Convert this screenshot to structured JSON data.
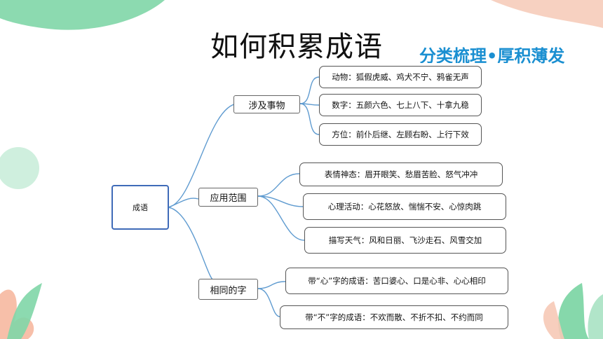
{
  "slide": {
    "title": "如何积累成语",
    "subtitle": "分类梳理•厚积薄发"
  },
  "colors": {
    "accent_green": "#7fd6a7",
    "accent_peach": "#f6c9b6",
    "subtitle_blue": "#1a8fd1",
    "root_border": "#3f6bb8",
    "link_blue": "#5f9bd0"
  },
  "mindmap": {
    "root": "成语",
    "categories": [
      {
        "label": "涉及事物",
        "items": [
          "动物：狐假虎威、鸡犬不宁、鸦雀无声",
          "数字：五颜六色、七上八下、十拿九稳",
          "方位：前仆后继、左顾右盼、上行下效"
        ]
      },
      {
        "label": "应用范围",
        "items": [
          "表情神态：眉开眼笑、愁眉苦脸、怒气冲冲",
          "心理活动：心花怒放、惴惴不安、心惊肉跳",
          "描写天气：风和日丽、飞沙走石、风雪交加"
        ]
      },
      {
        "label": "相同的字",
        "items": [
          "带“心”字的成语：苦口婆心、口是心非、心心相印",
          "带“不”字的成语：不欢而散、不折不扣、不约而同"
        ]
      }
    ]
  }
}
